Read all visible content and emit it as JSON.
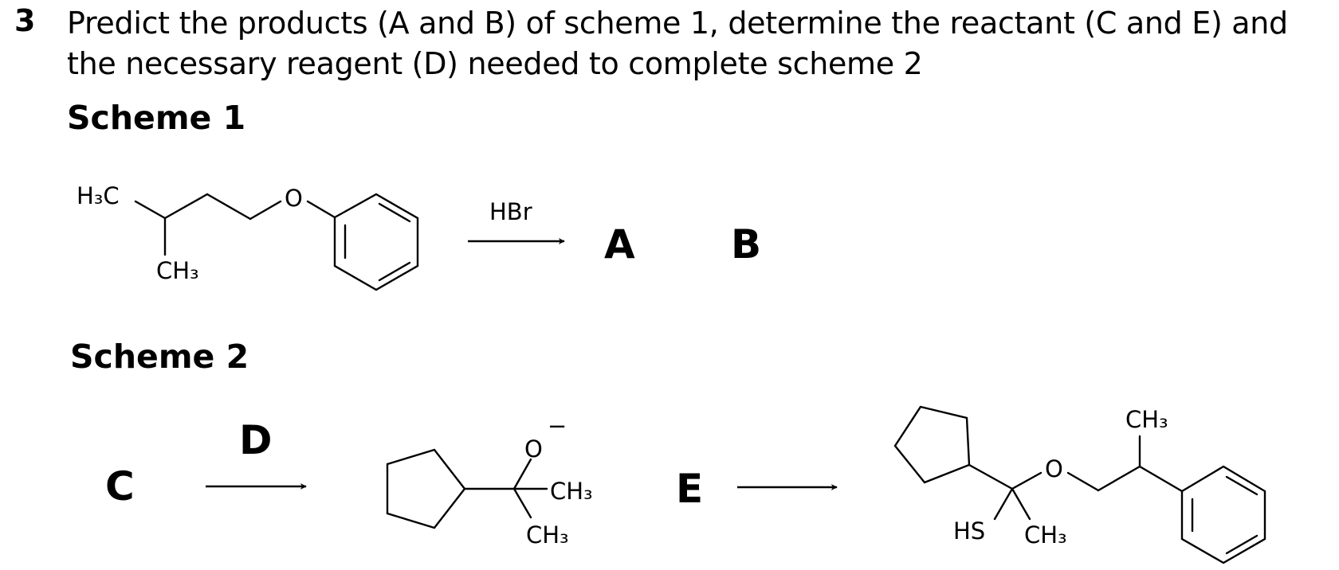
{
  "question": {
    "number": "3",
    "text": "Predict the products (A and B) of scheme 1, determine the reactant (C and E) and the necessary reagent (D) needed to complete scheme 2"
  },
  "scheme1": {
    "title": "Scheme 1",
    "reactant_atoms": {
      "h3c": "H₃C",
      "o": "O",
      "ch3": "CH₃"
    },
    "reagent": "HBr",
    "product_a": "A",
    "product_b": "B"
  },
  "scheme2": {
    "title": "Scheme 2",
    "reactant_c": "C",
    "reagent_d": "D",
    "intermediate_atoms": {
      "o": "O",
      "charge": "−",
      "ch3_right": "CH₃",
      "ch3_bottom": "CH₃"
    },
    "reagent_e": "E",
    "product_atoms": {
      "ch3": "CH₃",
      "o": "O",
      "hs": "HS",
      "ch3_bottom": "CH₃"
    }
  }
}
